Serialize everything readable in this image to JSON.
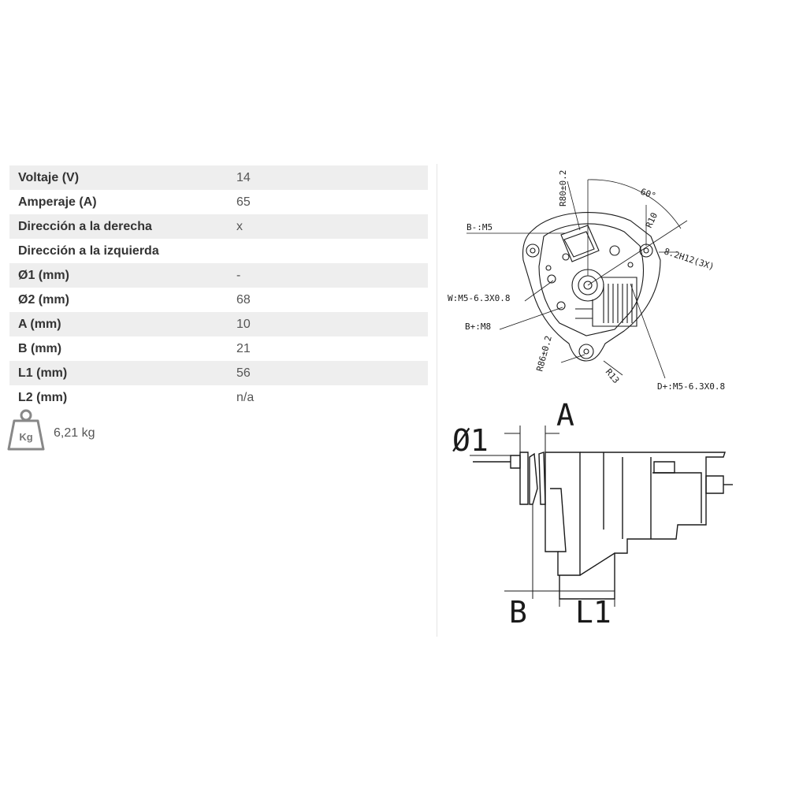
{
  "specs": [
    {
      "label": "Voltaje (V)",
      "value": "14"
    },
    {
      "label": "Amperaje (A)",
      "value": "65"
    },
    {
      "label": "Dirección a la derecha",
      "value": "x"
    },
    {
      "label": "Dirección a la izquierda",
      "value": ""
    },
    {
      "label": "Ø1 (mm)",
      "value": "-"
    },
    {
      "label": "Ø2 (mm)",
      "value": "68"
    },
    {
      "label": "A (mm)",
      "value": "10"
    },
    {
      "label": "B (mm)",
      "value": "21"
    },
    {
      "label": "L1 (mm)",
      "value": "56"
    },
    {
      "label": "L2 (mm)",
      "value": "n/a"
    }
  ],
  "weight": {
    "icon": "weight-kg-icon",
    "icon_text": "Kg",
    "value": "6,21 kg"
  },
  "front_view": {
    "labels": {
      "r80": "R80±0.2",
      "angle": "60°",
      "r10": "R10",
      "b_minus": "B-:M5",
      "holes": "8.2H12(3X)",
      "w": "W:M5-6.3X0.8",
      "b_plus": "B+:M8",
      "r86": "R86±0.2",
      "r13": "R13",
      "d_plus": "D+:M5-6.3X0.8"
    }
  },
  "side_view": {
    "labels": {
      "phi1": "Ø1",
      "a": "A",
      "b": "B",
      "l1": "L1"
    }
  }
}
